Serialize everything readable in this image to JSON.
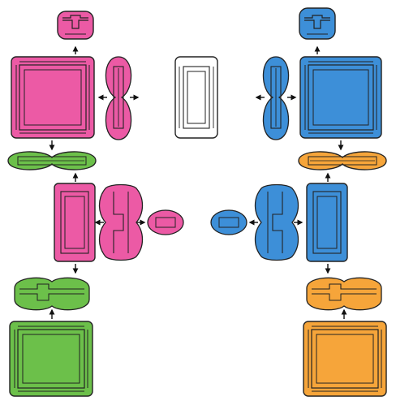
{
  "colors": {
    "pink": "#ec5aa5",
    "blue": "#3d8fd8",
    "green": "#6cc04a",
    "orange": "#f6a53a",
    "white": "#ffffff",
    "outline": "#222222",
    "arrow": "#111111"
  },
  "diagram": {
    "left_group": [
      "pink",
      "green"
    ],
    "right_group": [
      "blue",
      "orange"
    ],
    "center_piece": "white",
    "pieces": [
      {
        "name": "pink-small-notched-tile",
        "color": "pink"
      },
      {
        "name": "pink-large-square-tile",
        "color": "pink"
      },
      {
        "name": "pink-vertical-oval-divider",
        "color": "pink"
      },
      {
        "name": "green-horizontal-oval-divider",
        "color": "green"
      },
      {
        "name": "pink-tall-rect-tile",
        "color": "pink"
      },
      {
        "name": "pink-wave-vertical-tile",
        "color": "pink"
      },
      {
        "name": "pink-small-oval-tile",
        "color": "pink"
      },
      {
        "name": "green-notched-horizontal-tile",
        "color": "green"
      },
      {
        "name": "green-large-square-tile",
        "color": "green"
      },
      {
        "name": "white-center-tall-tile",
        "color": "white"
      },
      {
        "name": "blue-small-notched-tile",
        "color": "blue"
      },
      {
        "name": "blue-large-square-tile",
        "color": "blue"
      },
      {
        "name": "blue-vertical-oval-divider",
        "color": "blue"
      },
      {
        "name": "orange-horizontal-oval-divider",
        "color": "orange"
      },
      {
        "name": "blue-tall-rect-tile",
        "color": "blue"
      },
      {
        "name": "blue-wave-vertical-tile",
        "color": "blue"
      },
      {
        "name": "blue-small-oval-tile",
        "color": "blue"
      },
      {
        "name": "orange-notched-horizontal-tile",
        "color": "orange"
      },
      {
        "name": "orange-large-square-tile",
        "color": "orange"
      }
    ],
    "arrows": {
      "up": "arrow-up-icon",
      "down": "arrow-down-icon",
      "left": "arrow-left-icon",
      "right": "arrow-right-icon"
    }
  }
}
